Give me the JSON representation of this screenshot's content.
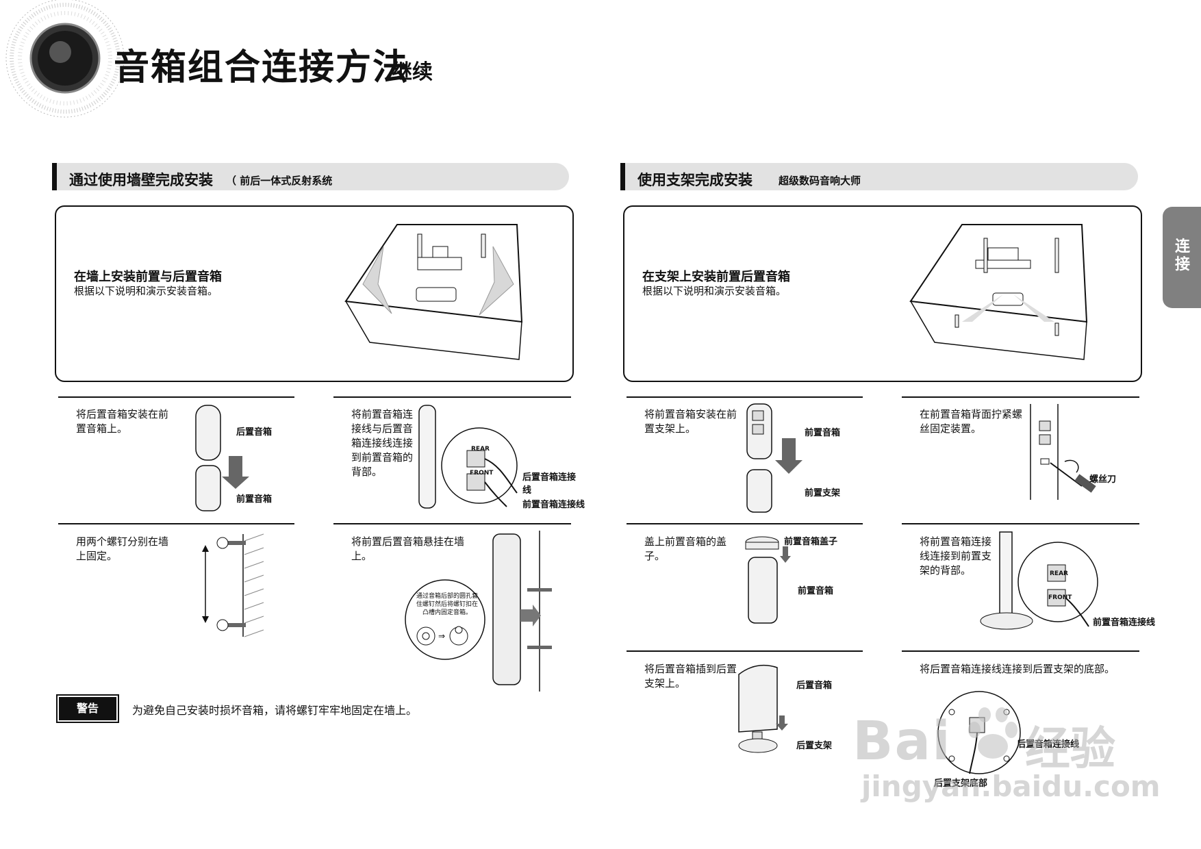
{
  "header": {
    "title": "音箱组合连接方法",
    "continued": "继续"
  },
  "side_tab": {
    "label": "连接"
  },
  "left_section": {
    "title": "通过使用墙壁完成安装",
    "subtitle": "（ 前后一体式反射系统",
    "intro_title": "在墙上安装前置与后置音箱",
    "intro_sub": "根据以下说明和演示安装音箱。",
    "steps": [
      {
        "text": "将后置音箱安装在前置音箱上。",
        "labels": [
          "后置音箱",
          "前置音箱"
        ]
      },
      {
        "text": "将前置音箱连接线与后置音箱连接线连接到前置音箱的背部。",
        "labels": [
          "后置音箱连接线",
          "前置音箱连接线"
        ],
        "panel": [
          "REAR",
          "FRONT"
        ]
      },
      {
        "text": "用两个螺钉分别在墙上固定。",
        "labels": []
      },
      {
        "text": "将前置后置音箱悬挂在墙上。",
        "callout": "通过音箱后部的圆孔套住螺钉然后将螺钉扣在凸槽内固定音箱。"
      }
    ],
    "warning_badge": "警告",
    "warning_text": "为避免自己安装时损坏音箱，请将螺钉牢牢地固定在墙上。"
  },
  "right_section": {
    "title": "使用支架完成安装",
    "subtitle": "超级数码音响大师",
    "intro_title": "在支架上安装前置后置音箱",
    "intro_sub": "根据以下说明和演示安装音箱。",
    "steps": [
      {
        "text": "将前置音箱安装在前置支架上。",
        "labels": [
          "前置音箱",
          "前置支架"
        ]
      },
      {
        "text": "在前置音箱背面拧紧螺丝固定装置。",
        "labels": [
          "螺丝刀"
        ]
      },
      {
        "text": "盖上前置音箱的盖子。",
        "labels": [
          "前置音箱盖子",
          "前置音箱"
        ]
      },
      {
        "text": "将前置音箱连接线连接到前置支架的背部。",
        "labels": [
          "前置音箱连接线"
        ],
        "panel": [
          "REAR",
          "FRONT"
        ]
      },
      {
        "text": "将后置音箱插到后置支架上。",
        "labels": [
          "后置音箱",
          "后置支架"
        ]
      },
      {
        "text": "将后置音箱连接线连接到后置支架的底部。",
        "labels": [
          "后置音箱连接线",
          "后置支架底部"
        ]
      }
    ]
  },
  "watermark": {
    "brand": "Bai",
    "brand_cn": "经验",
    "url": "jingyan.baidu.com"
  }
}
